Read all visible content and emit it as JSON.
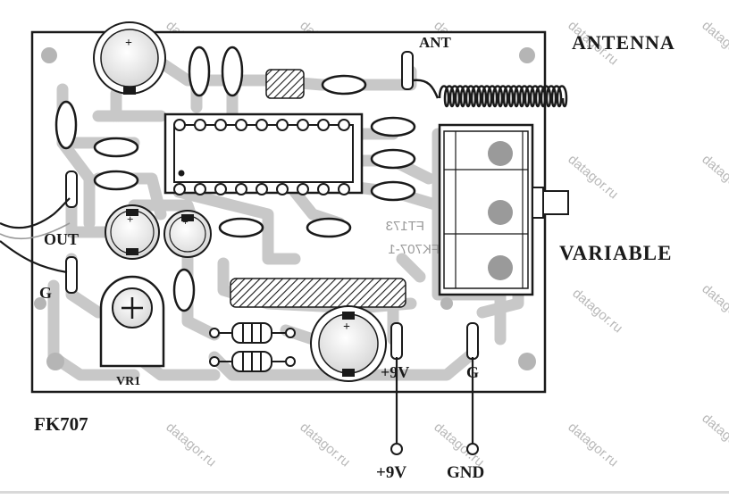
{
  "labels": {
    "ant": "ANT",
    "antenna": "ANTENNA",
    "out": "OUT",
    "g_left": "G",
    "variable": "VARIABLE",
    "vr1": "VR1",
    "plus9v_board": "+9V",
    "g_board": "G",
    "plus9v_bottom": "+9V",
    "gnd": "GND",
    "model": "FK707"
  },
  "chip_marking": {
    "line1": "FT173",
    "line2": "FK707-1"
  },
  "watermark": "datagor.ru",
  "colors": {
    "board_line": "#1a1a1a",
    "trace": "#c8c8c8",
    "component": "#ffffff",
    "pad": "#b5b5b5"
  }
}
